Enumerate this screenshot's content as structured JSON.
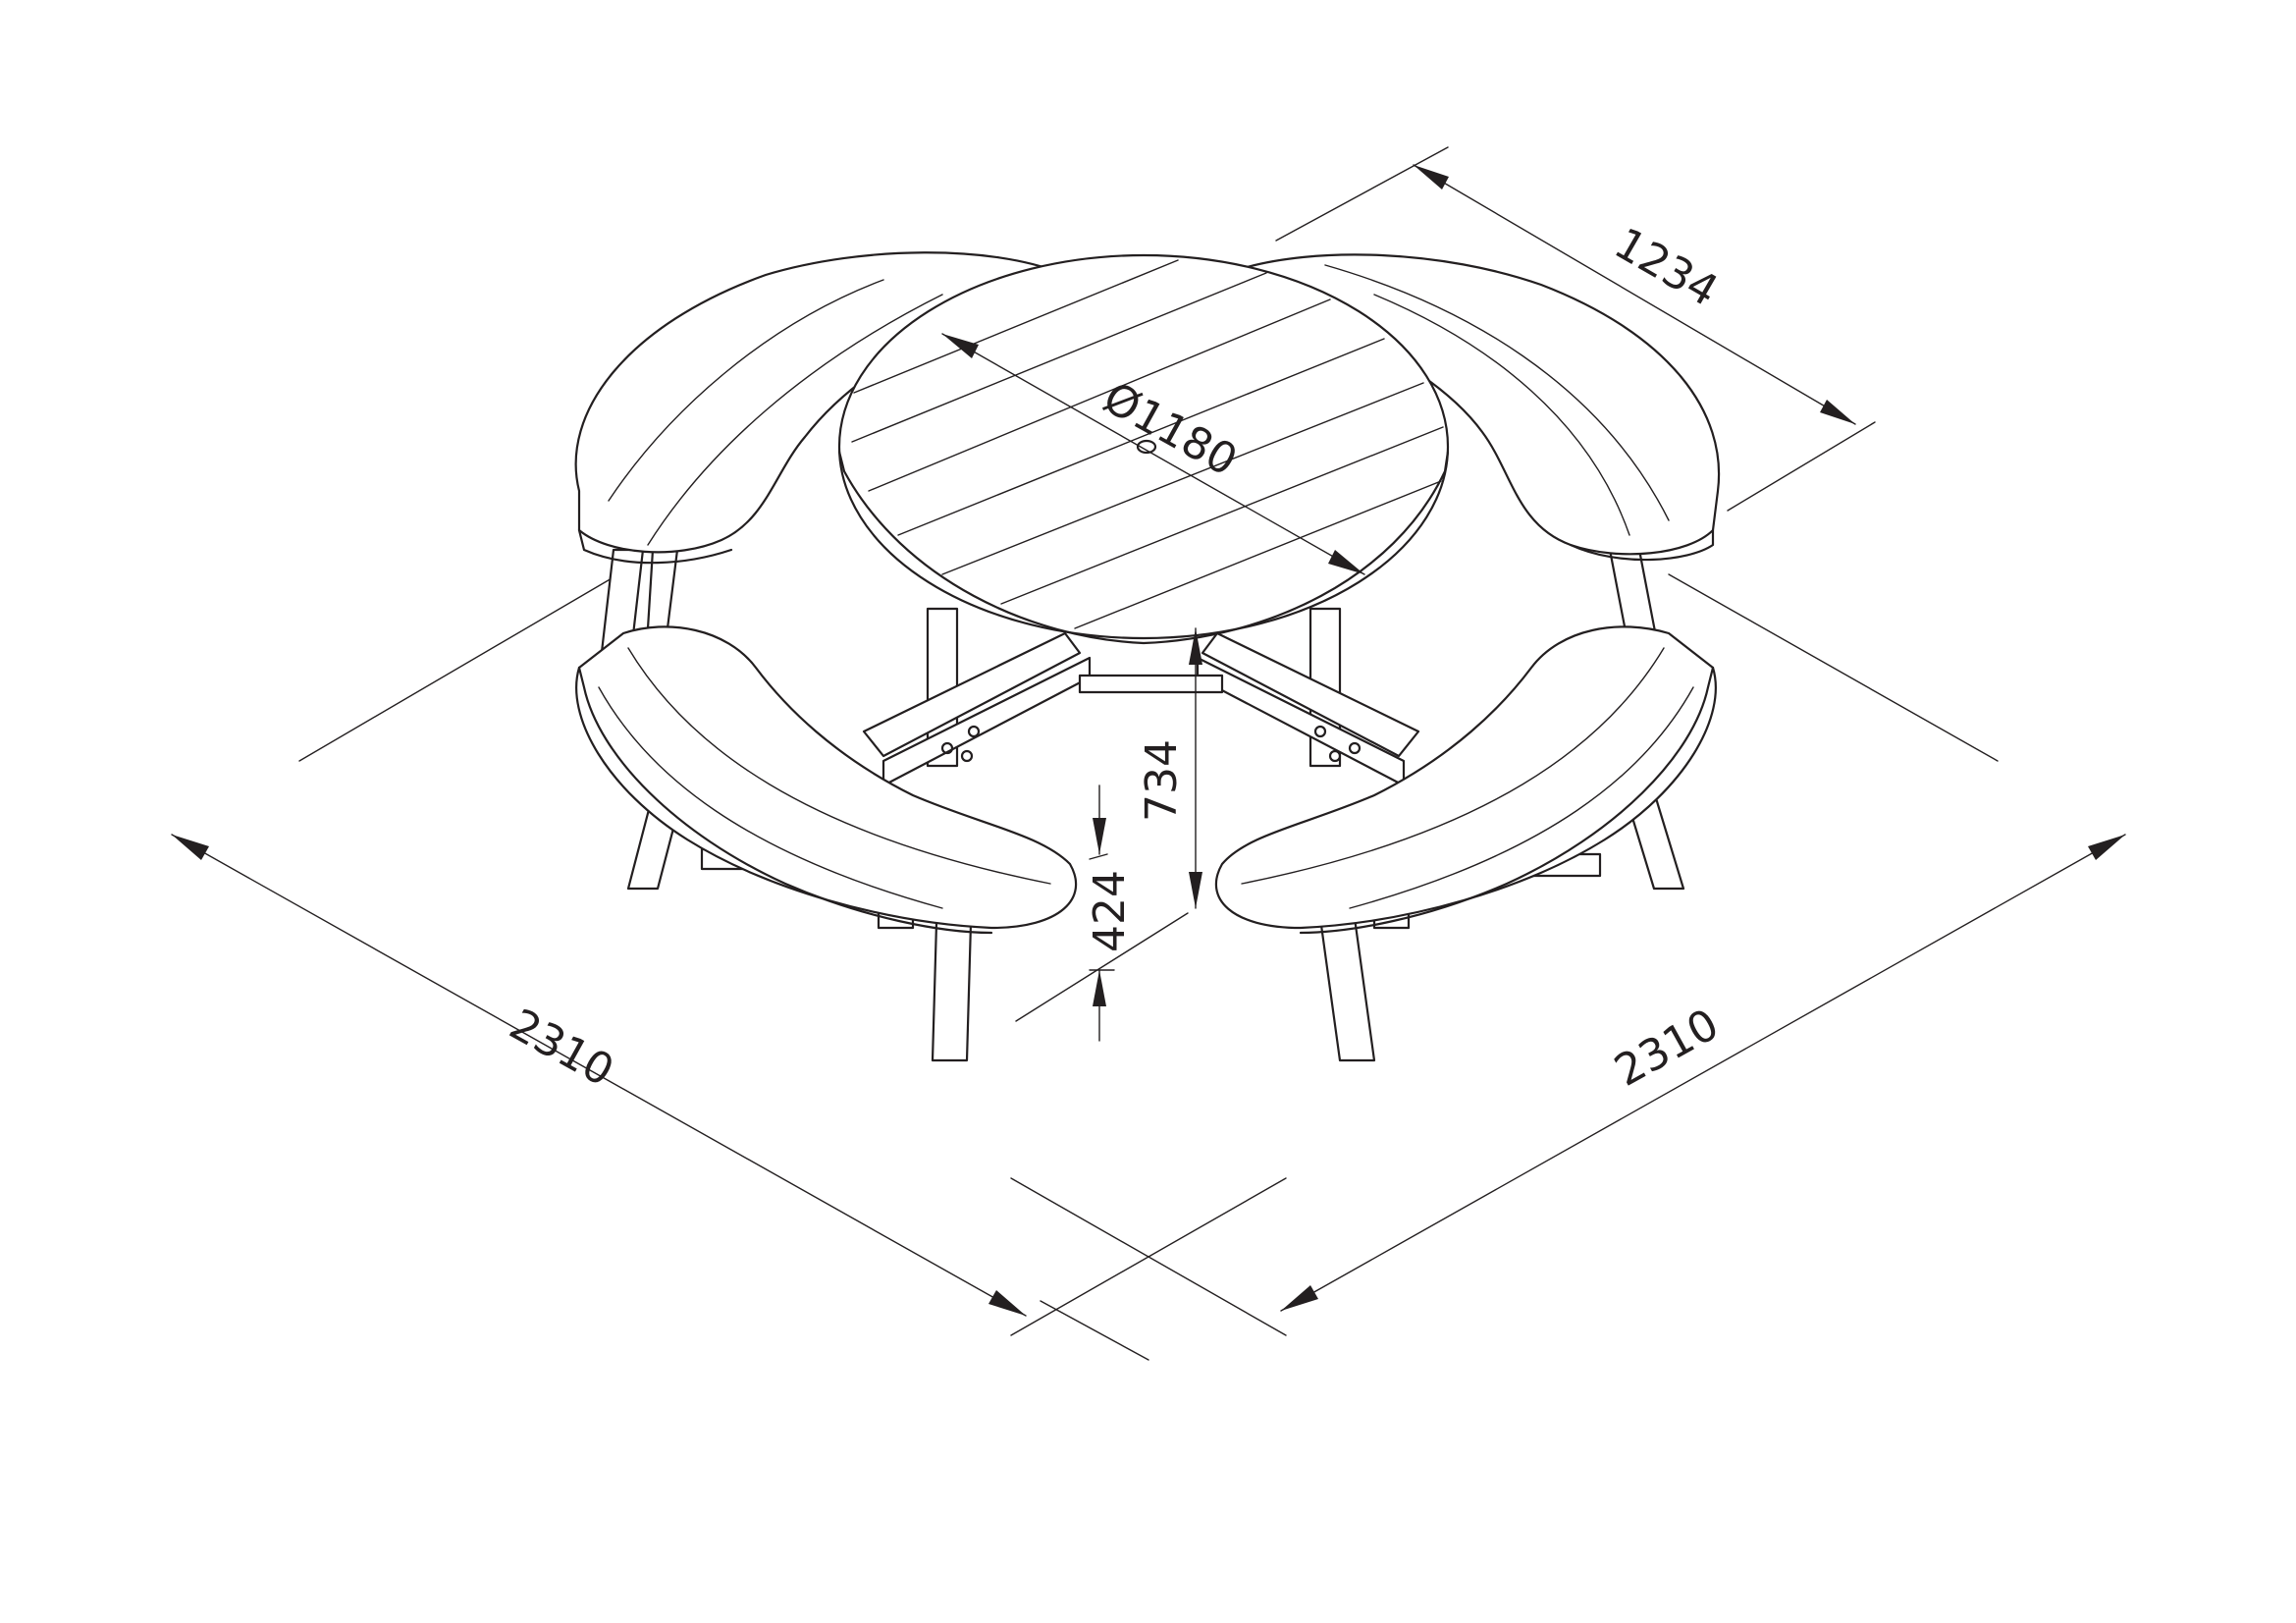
{
  "drawing": {
    "subject": "round-picnic-table-with-four-curved-benches",
    "line_color": "#231f20",
    "background": "#ffffff"
  },
  "dimensions": {
    "top_width": "1234",
    "table_diameter": "Ø1180",
    "table_height": "734",
    "seat_height": "424",
    "overall_left": "2310",
    "overall_right": "2310"
  }
}
